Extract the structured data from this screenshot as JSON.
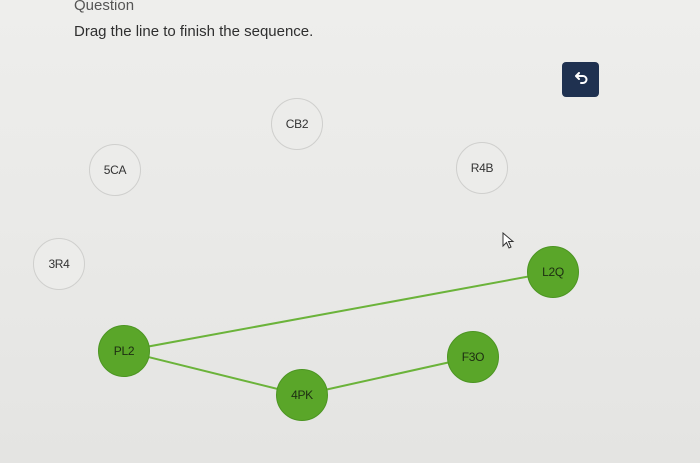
{
  "question": {
    "label": "Question",
    "instruction": "Drag the line to finish the sequence."
  },
  "toolbar": {
    "undo_icon": "undo-icon"
  },
  "nodes": {
    "cb2": {
      "label": "CB2",
      "state": "unconnected"
    },
    "5ca": {
      "label": "5CA",
      "state": "unconnected"
    },
    "r4b": {
      "label": "R4B",
      "state": "unconnected"
    },
    "3r4": {
      "label": "3R4",
      "state": "unconnected"
    },
    "l2q": {
      "label": "L2Q",
      "state": "connected"
    },
    "pl2": {
      "label": "PL2",
      "state": "connected"
    },
    "f3o": {
      "label": "F3O",
      "state": "connected"
    },
    "4pk": {
      "label": "4PK",
      "state": "connected"
    }
  },
  "connections": [
    [
      "L2Q",
      "PL2"
    ],
    [
      "PL2",
      "4PK"
    ],
    [
      "4PK",
      "F3O"
    ]
  ],
  "colors": {
    "connected": "#5aa629",
    "unconnected": "#ececea",
    "line": "#6bb33a",
    "undo_bg": "#1f3150"
  }
}
